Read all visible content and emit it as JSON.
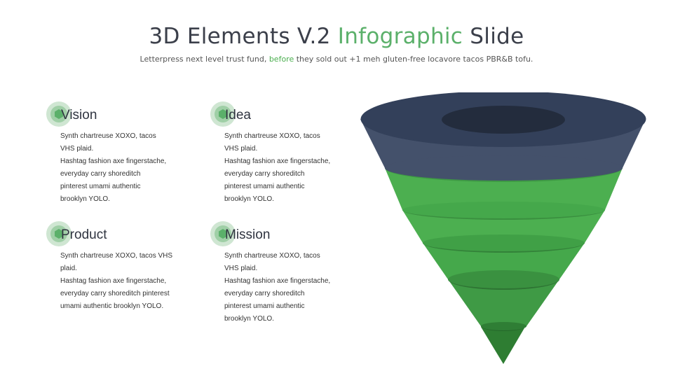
{
  "header": {
    "title_a": "3D Elements V.2 ",
    "title_b": "Infographic",
    "title_c": " Slide",
    "subtitle_a": "Letterpress next level trust fund, ",
    "subtitle_b": "before",
    "subtitle_c": " they sold out +1 meh gluten-free locavore tacos PBR&B tofu."
  },
  "blocks": [
    {
      "label": "Vision",
      "lines": [
        "Synth chartreuse XOXO, tacos",
        "VHS plaid.",
        "Hashtag fashion axe fingerstache,",
        "everyday carry shoreditch",
        "pinterest umami authentic",
        "brooklyn YOLO."
      ]
    },
    {
      "label": "Idea",
      "lines": [
        "Synth chartreuse XOXO, tacos",
        "VHS plaid.",
        "Hashtag fashion axe fingerstache,",
        "everyday carry shoreditch",
        "pinterest umami authentic",
        "brooklyn YOLO."
      ]
    },
    {
      "label": "Product",
      "lines": [
        "Synth chartreuse XOXO, tacos VHS",
        "plaid.",
        "Hashtag fashion axe fingerstache,",
        "everyday carry shoreditch pinterest",
        "umami authentic brooklyn YOLO."
      ]
    },
    {
      "label": "Mission",
      "lines": [
        "Synth chartreuse XOXO, tacos",
        "VHS plaid.",
        "Hashtag fashion axe fingerstache,",
        "everyday carry shoreditch",
        "pinterest umami authentic",
        "brooklyn YOLO."
      ]
    }
  ],
  "colors": {
    "accent_green": "#5bb06a",
    "dark_navy": "#2f3a4e",
    "slate": "#44516b",
    "green_light": "#4caf50",
    "green_dark": "#2e7d32"
  }
}
